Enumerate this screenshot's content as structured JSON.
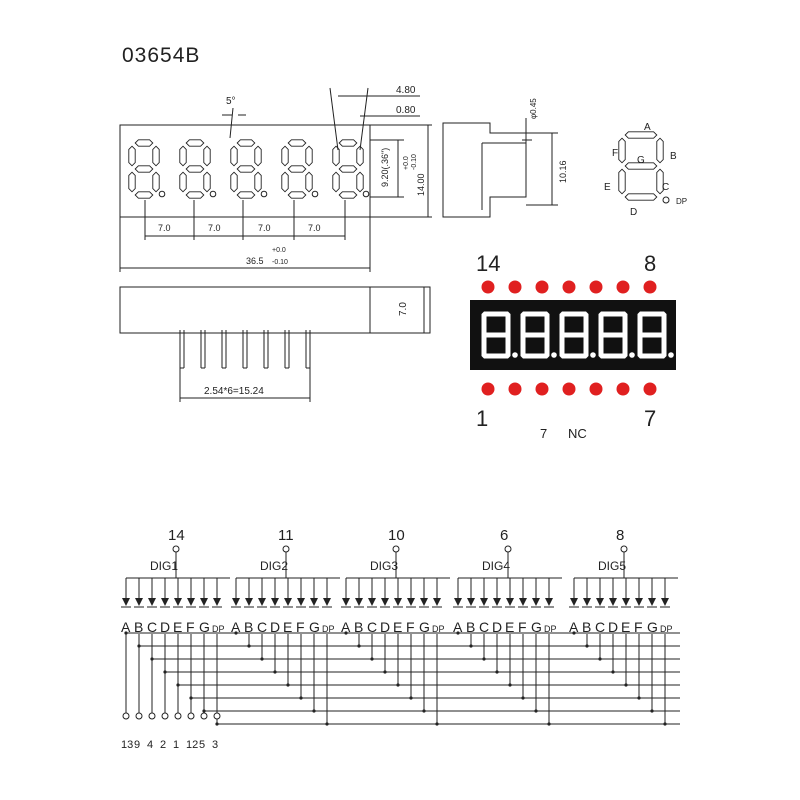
{
  "part_number": "03654B",
  "dimensions": {
    "angle": "5°",
    "lead_pitch_top": "4.80",
    "seg_width": "0.80",
    "digit_height": "9.20(.36\")",
    "digit_tol_plus": "+0.0",
    "digit_tol_minus": "-0.10",
    "body_height": "14.00",
    "digit_spacing": "7.0",
    "length_tol_plus": "+0.0",
    "length": "36.5",
    "length_tol_minus": "-0.10",
    "pin_dia": "φ0.45",
    "side_height": "10.16",
    "thickness": "7.0",
    "pin_row": "2.54*6=15.24"
  },
  "segment_legend": [
    "A",
    "B",
    "C",
    "D",
    "E",
    "F",
    "G",
    "DP"
  ],
  "pinout": {
    "top_left": "14",
    "top_right": "8",
    "bottom_left": "1",
    "bottom_right": "7",
    "note_pin": "7",
    "note_nc": "NC"
  },
  "digit_groups": [
    {
      "name": "DIG1",
      "pin": "14"
    },
    {
      "name": "DIG2",
      "pin": "11"
    },
    {
      "name": "DIG3",
      "pin": "10"
    },
    {
      "name": "DIG4",
      "pin": "6"
    },
    {
      "name": "DIG5",
      "pin": "8"
    }
  ],
  "segment_pins": [
    "13",
    "9",
    "4",
    "2",
    "1",
    "12",
    "5",
    "3"
  ],
  "colors": {
    "line": "#222222",
    "led": "#e02020",
    "module": "#111111",
    "segment_on": "#ffffff"
  }
}
